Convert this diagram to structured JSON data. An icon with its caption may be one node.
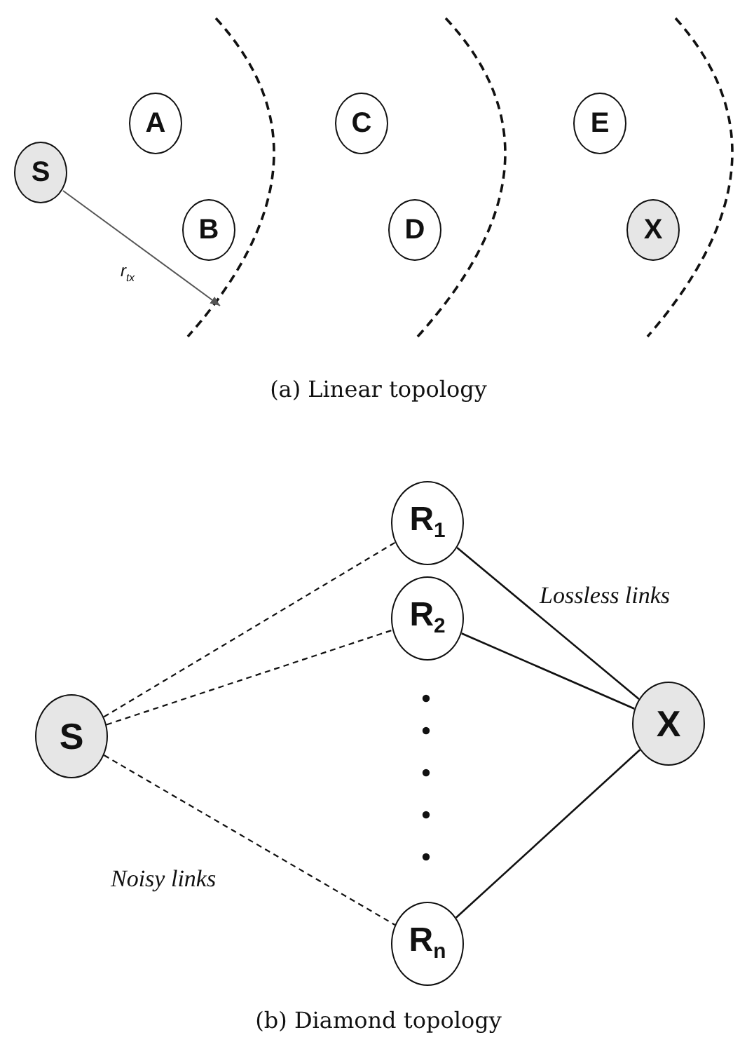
{
  "diagram": {
    "nodes": [
      {
        "text": [
          "S"
        ]
      },
      {
        "text": [
          "A"
        ]
      },
      {
        "text": [
          "B"
        ]
      },
      {
        "text": [
          "C"
        ]
      },
      {
        "text": [
          "D"
        ]
      },
      {
        "text": [
          "E"
        ]
      },
      {
        "text": [
          "X"
        ]
      },
      {
        "text": [
          "S"
        ]
      },
      {
        "text": [
          "R$_{1}$"
        ]
      },
      {
        "text": [
          "R$_{2}$"
        ]
      },
      {
        "text": [
          "R$_{n}$"
        ]
      },
      {
        "text": [
          "X"
        ]
      }
    ],
    "edges": [
      {
        "from": 7,
        "to": 8,
        "arrow": "none",
        "style": "dashed"
      },
      {
        "from": 7,
        "to": 9,
        "arrow": "none",
        "style": "dashed"
      },
      {
        "from": 7,
        "to": 10,
        "arrow": "none",
        "style": "dashed"
      },
      {
        "from": 8,
        "to": 11,
        "arrow": "none"
      },
      {
        "from": 9,
        "to": 11,
        "arrow": "none"
      },
      {
        "from": 10,
        "to": 11,
        "arrow": "none"
      }
    ],
    "labels": [
      "r$_{tx}$",
      "(a) Linear topology",
      "Lossless links",
      "Noisy links",
      "(b) Diamond topology"
    ]
  }
}
